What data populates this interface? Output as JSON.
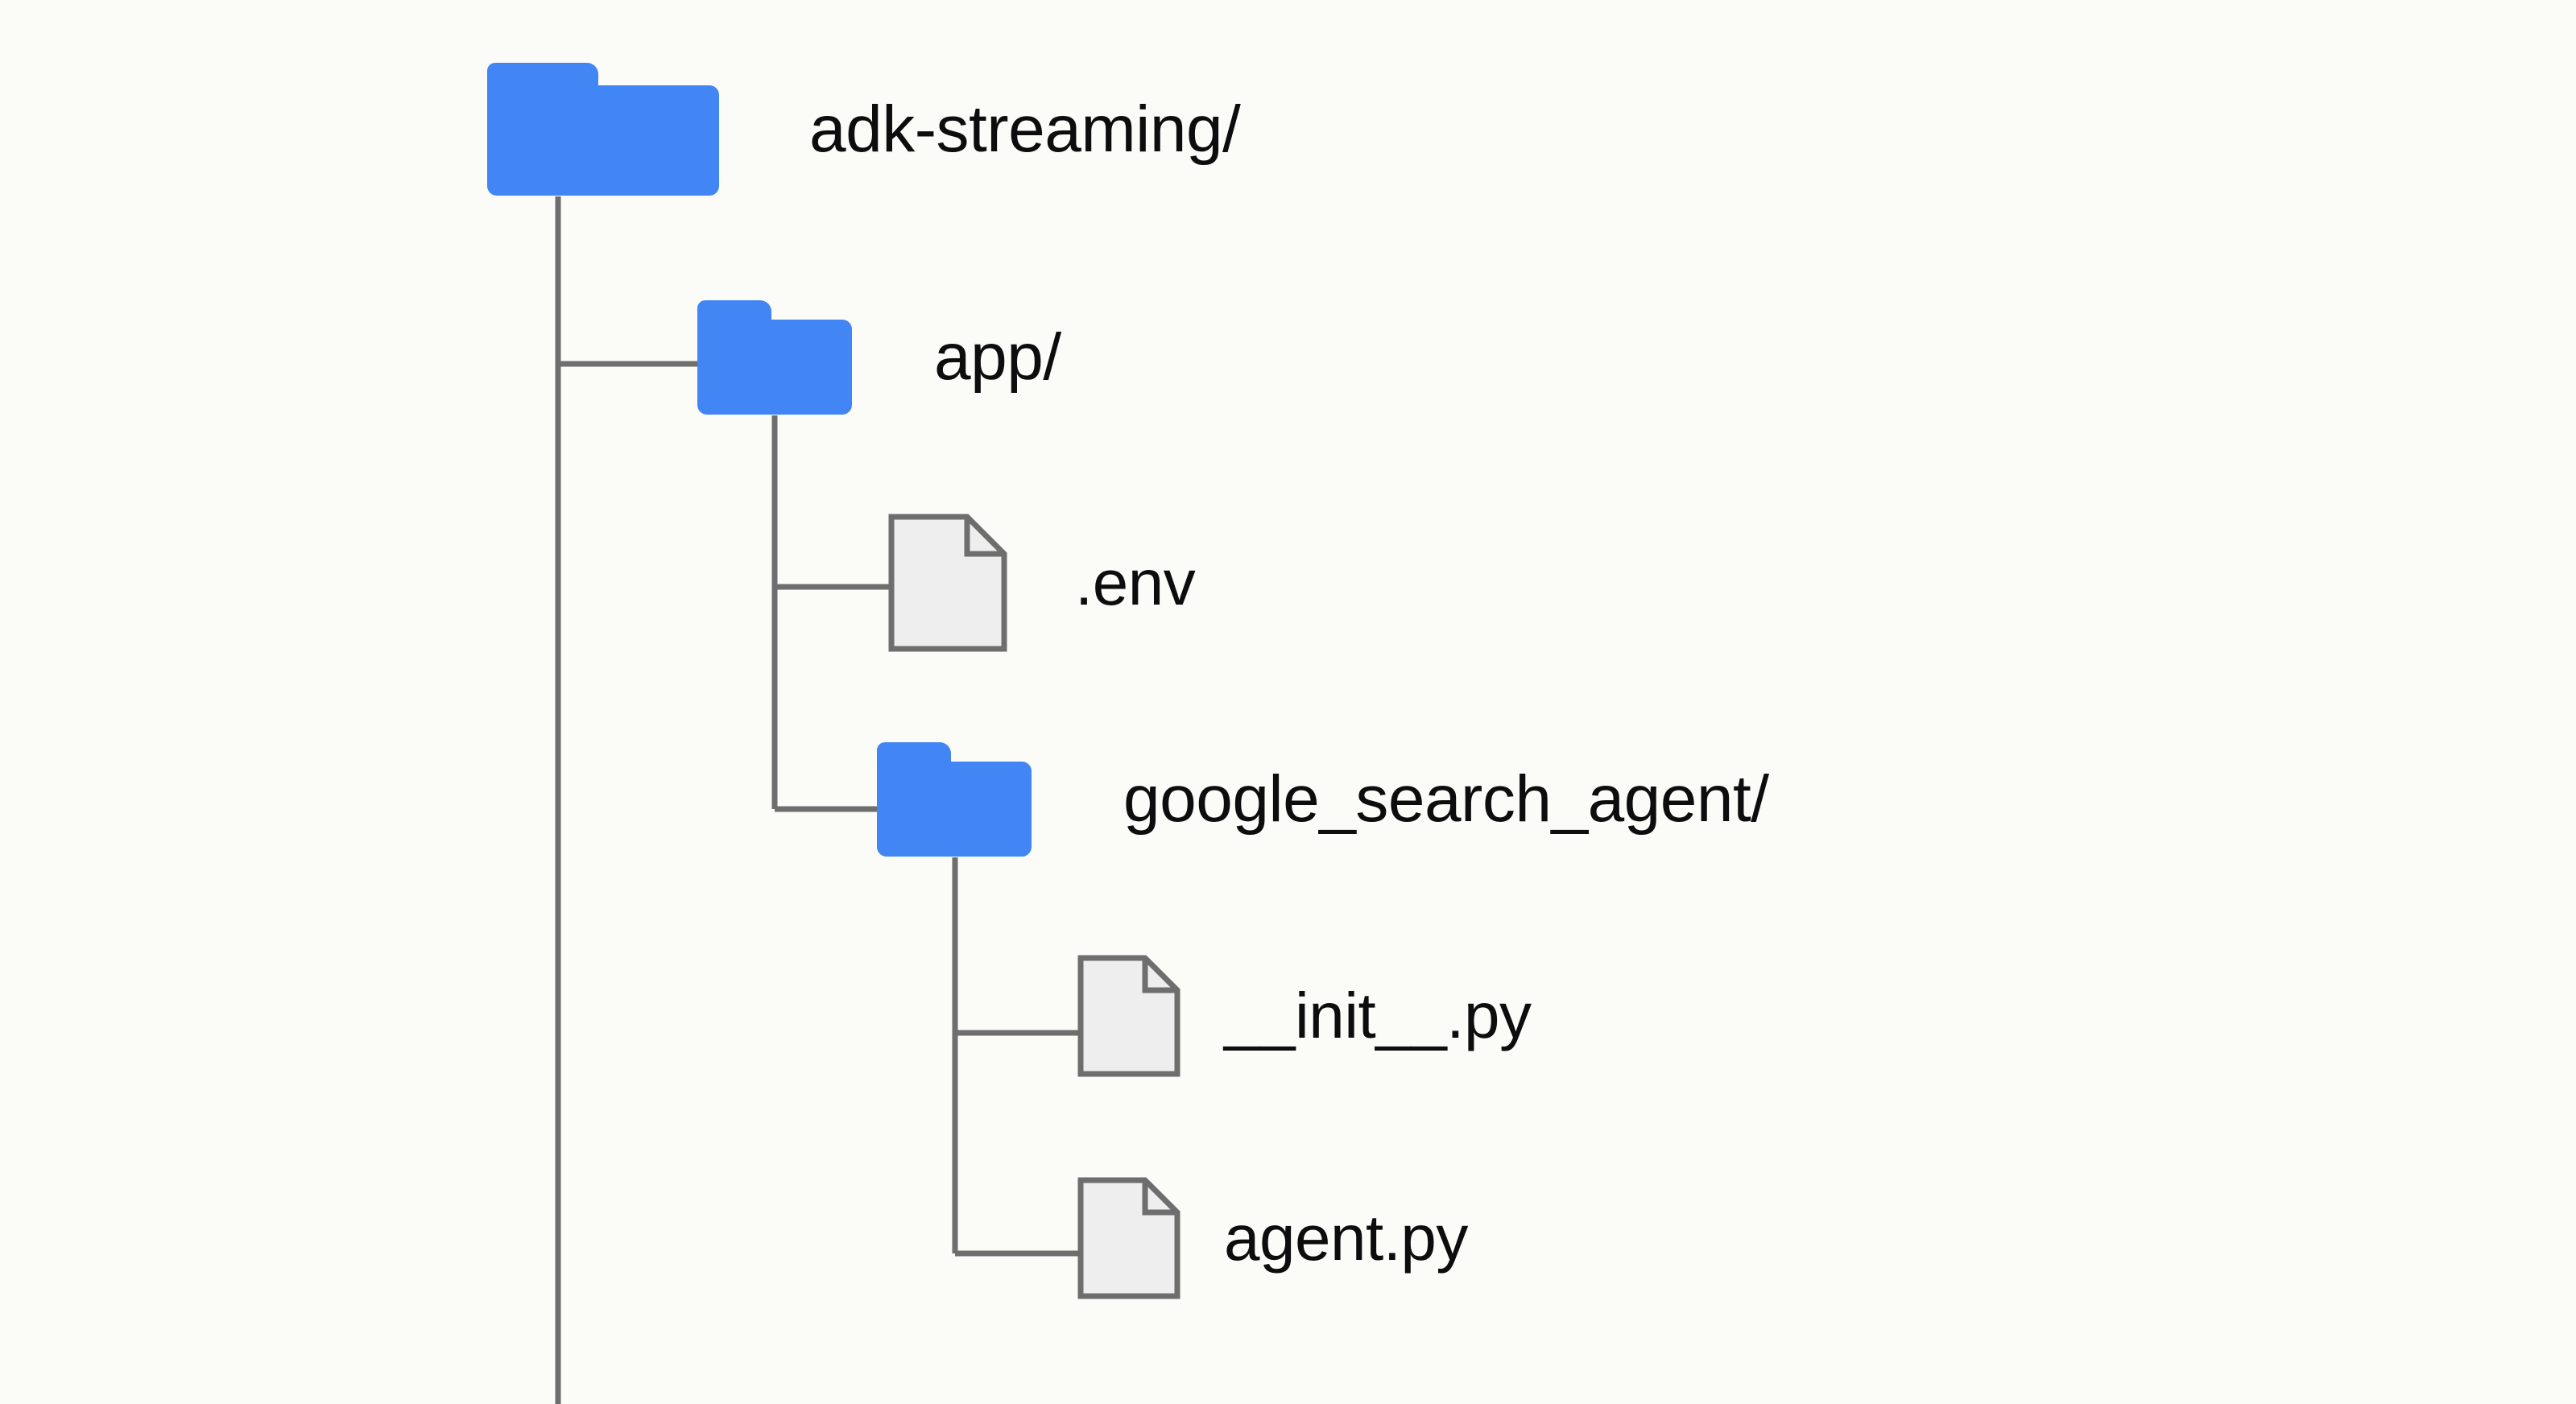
{
  "diagram": {
    "type": "directory-tree",
    "background_color": "#fbfbf8",
    "folder_color": "#4285f4",
    "file_fill_color": "#eeeeee",
    "file_stroke_color": "#6e6e6e",
    "connector_color": "#6e6e6e",
    "text_color": "#0d0d0d",
    "nodes": [
      {
        "id": "root",
        "label": "adk-streaming/",
        "kind": "folder",
        "depth": 0,
        "icon": "folder-icon"
      },
      {
        "id": "app",
        "label": "app/",
        "kind": "folder",
        "depth": 1,
        "icon": "folder-icon"
      },
      {
        "id": "env",
        "label": ".env",
        "kind": "file",
        "depth": 2,
        "icon": "file-icon"
      },
      {
        "id": "google_search_agent",
        "label": "google_search_agent/",
        "kind": "folder",
        "depth": 2,
        "icon": "folder-icon"
      },
      {
        "id": "init_py",
        "label": "__init__.py",
        "kind": "file",
        "depth": 3,
        "icon": "file-icon"
      },
      {
        "id": "agent_py",
        "label": "agent.py",
        "kind": "file",
        "depth": 3,
        "icon": "file-icon"
      }
    ]
  }
}
